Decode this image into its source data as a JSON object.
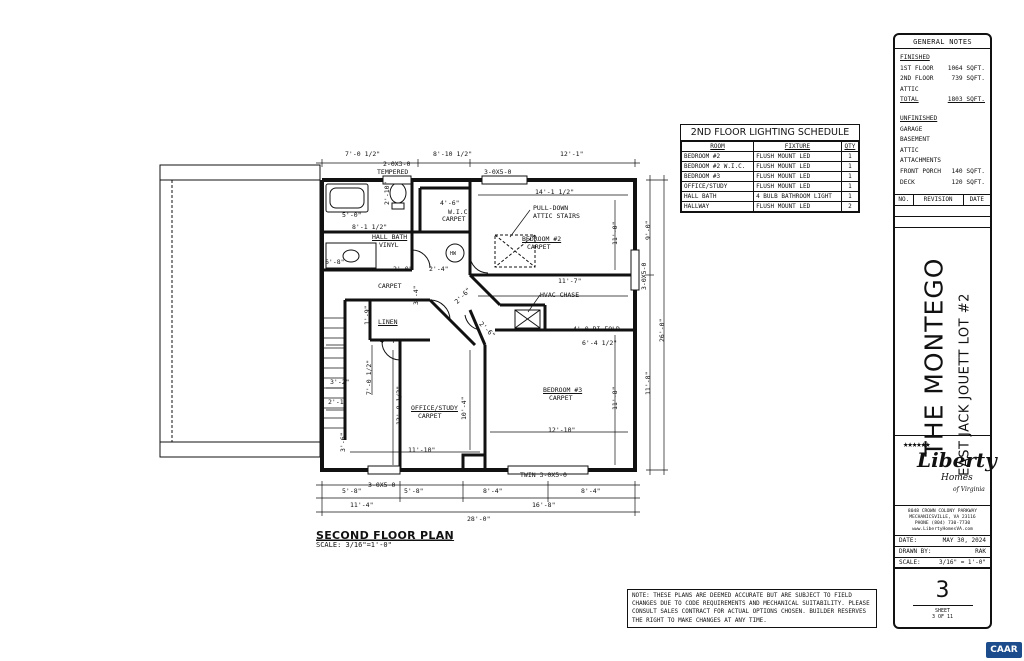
{
  "general_notes": {
    "title": "GENERAL NOTES",
    "finished_heading": "FINISHED",
    "finished": [
      {
        "label": "1ST FLOOR",
        "value": "1064 SQFT."
      },
      {
        "label": "2ND FLOOR",
        "value": "739 SQFT."
      },
      {
        "label": "ATTIC",
        "value": ""
      },
      {
        "label": "TOTAL",
        "value": "1803 SQFT."
      }
    ],
    "unfinished_heading": "UNFINISHED",
    "unfinished": [
      {
        "label": "GARAGE",
        "value": ""
      },
      {
        "label": "BASEMENT",
        "value": ""
      },
      {
        "label": "ATTIC",
        "value": ""
      },
      {
        "label": "ATTACHMENTS",
        "value": ""
      },
      {
        "label": "FRONT PORCH",
        "value": "140 SQFT."
      },
      {
        "label": "DECK",
        "value": "120 SQFT."
      }
    ],
    "revision_headers": [
      "NO.",
      "REVISION",
      "DATE"
    ]
  },
  "title_block": {
    "model": "THE MONTEGO",
    "lot": "EAST JACK JOUETT LOT #2",
    "logo_word": "Liberty",
    "logo_sub": "Homes",
    "logo_sub2": "of Virginia",
    "address": [
      "8048 CROWN COLONY PARKWAY",
      "MECHANICSVILLE, VA 23116",
      "PHONE (804) 730-7730",
      "www.LibertyHomesVA.com"
    ],
    "date_label": "DATE:",
    "date_value": "MAY 30, 2024",
    "drawn_label": "DRAWN BY:",
    "drawn_value": "RAK",
    "scale_label": "SCALE:",
    "scale_value": "3/16\" = 1'-0\"",
    "sheet_number": "3",
    "sheet_label": "SHEET",
    "sheet_of": "3 OF 11"
  },
  "lighting_schedule": {
    "title": "2ND FLOOR LIGHTING SCHEDULE",
    "headers": [
      "ROOM",
      "FIXTURE",
      "QTY"
    ],
    "rows": [
      [
        "BEDROOM #2",
        "FLUSH MOUNT LED",
        "1"
      ],
      [
        "BEDROOM #2 W.I.C.",
        "FLUSH MOUNT LED",
        "1"
      ],
      [
        "BEDROOM #3",
        "FLUSH MOUNT LED",
        "1"
      ],
      [
        "OFFICE/STUDY",
        "FLUSH MOUNT LED",
        "1"
      ],
      [
        "HALL BATH",
        "4 BULB BATHROOM LIGHT",
        "1"
      ],
      [
        "HALLWAY",
        "FLUSH MOUNT LED",
        "2"
      ]
    ]
  },
  "plan": {
    "title": "SECOND FLOOR PLAN",
    "scale": "SCALE: 3/16\"=1'-0\"",
    "rooms": {
      "bed2": "BEDROOM #2",
      "bed2_floor": "CARPET",
      "bed3": "BEDROOM #3",
      "bed3_floor": "CARPET",
      "office": "OFFICE/STUDY",
      "office_floor": "CARPET",
      "hall_bath": "HALL BATH",
      "hall_bath_floor": "VINYL",
      "wic": "W.I.C.",
      "wic_floor": "CARPET",
      "linen": "LINEN",
      "hall_floor": "CARPET",
      "attic": "PULL-DOWN\nATTIC STAIRS",
      "hvac": "HVAC CHASE",
      "bifold": "4'-0 BI-FOLD",
      "tempered": "TEMPERED",
      "hw": "HW",
      "twin_window": "TWIN 3-0X5-0"
    },
    "dims": {
      "top": [
        "7'-0 1/2\"",
        "8'-10 1/2\"",
        "12'-1\""
      ],
      "top_window": "2-0X3-0",
      "top_window2": "3-0X5-0",
      "bottom_row1": [
        "5'-8\"",
        "5'-8\"",
        "8'-4\"",
        "8'-4\""
      ],
      "bottom_window": "3-0X5-0",
      "bottom_row2": [
        "11'-4\"",
        "16'-8\""
      ],
      "bottom_total": "28'-0\"",
      "right": [
        "9'-0\"",
        "11'-8\""
      ],
      "right_total": "26'-0\"",
      "inner": [
        "14'-1 1/2\"",
        "11'-7\"",
        "11'-0\"",
        "11'-8\"",
        "12'-10\"",
        "10'-4\"",
        "12'-8 1/2\"",
        "11'-10\"",
        "5'-0\"",
        "8'-1 1/2\"",
        "4'-6\"",
        "2'-10\"",
        "3'-4\"",
        "2'-6\"",
        "2'-4\"",
        "2'-0\"",
        "4'-7\"",
        "3'-2\"",
        "2'-1\"",
        "7'-0 1/2\"",
        "6'-4 1/2\"",
        "2'-6\"",
        "5'-2\"",
        "6'-8\"",
        "3'-6\"",
        "1'-9\""
      ]
    }
  },
  "disclaimer": "NOTE: THESE PLANS ARE DEEMED ACCURATE BUT ARE SUBJECT TO FIELD CHANGES DUE TO CODE REQUIREMENTS AND MECHANICAL SUITABILITY. PLEASE CONSULT SALES CONTRACT FOR ACTUAL OPTIONS CHOSEN. BUILDER RESERVES THE RIGHT TO MAKE CHANGES AT ANY TIME.",
  "watermark": "CAAR"
}
